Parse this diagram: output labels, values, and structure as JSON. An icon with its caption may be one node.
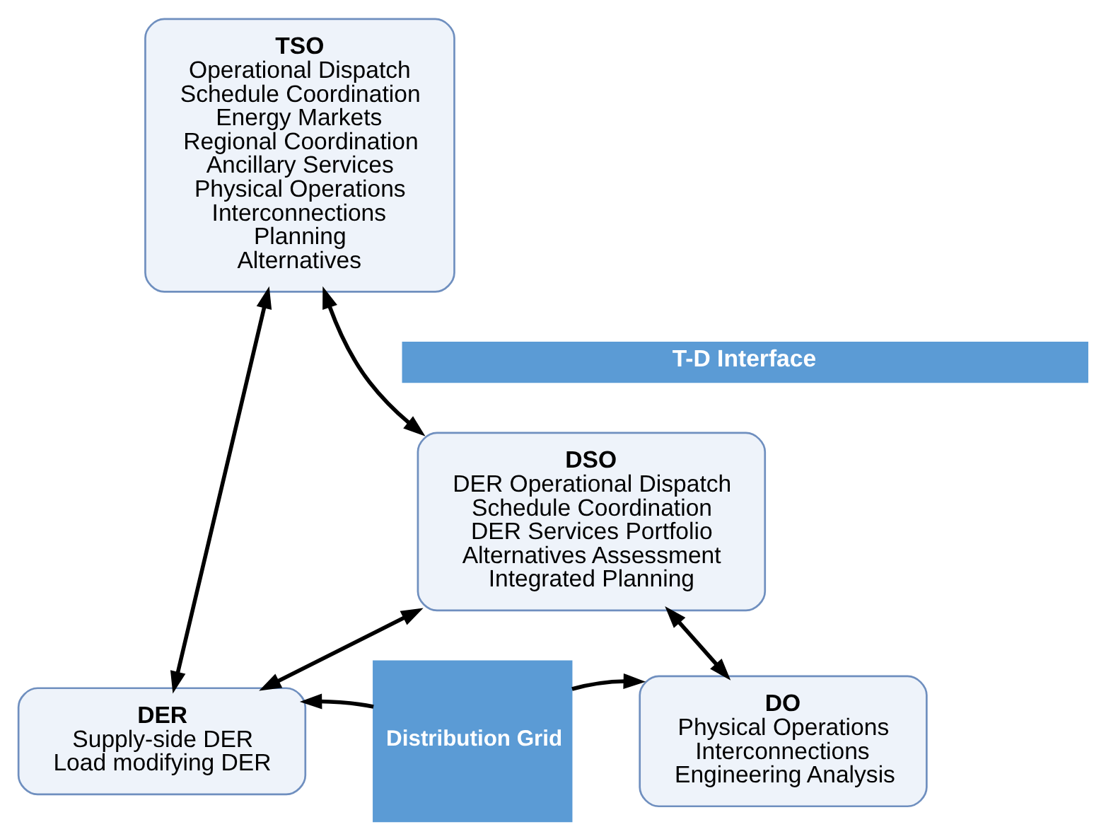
{
  "diagram": {
    "nodes": [
      {
        "text": [
          "TSO",
          "Operational Dispatch",
          "Schedule Coordination",
          "Energy Markets",
          "Regional Coordination",
          "Ancillary Services",
          "Physical Operations",
          "Interconnections",
          "Planning",
          "Alternatives"
        ]
      },
      {
        "text": [
          "T-D Interface"
        ]
      },
      {
        "text": [
          "DSO",
          "DER Operational Dispatch",
          "Schedule Coordination",
          "DER Services Portfolio",
          "Alternatives Assessment",
          "Integrated Planning"
        ]
      },
      {
        "text": [
          "DER",
          "Supply-side DER",
          "Load modifying DER"
        ]
      },
      {
        "text": [
          "Distribution Grid"
        ]
      },
      {
        "text": [
          "DO",
          "Physical Operations",
          "Interconnections",
          "Engineering Analysis"
        ]
      }
    ],
    "edges": [
      {
        "from": 0,
        "to": 3,
        "arrow": "both"
      },
      {
        "from": 0,
        "to": 2,
        "arrow": "both"
      },
      {
        "from": 2,
        "to": 3,
        "arrow": "both"
      },
      {
        "from": 2,
        "to": 5,
        "arrow": "both"
      },
      {
        "from": 4,
        "to": 3,
        "arrow": "to"
      },
      {
        "from": 4,
        "to": 5,
        "arrow": "to"
      }
    ]
  }
}
